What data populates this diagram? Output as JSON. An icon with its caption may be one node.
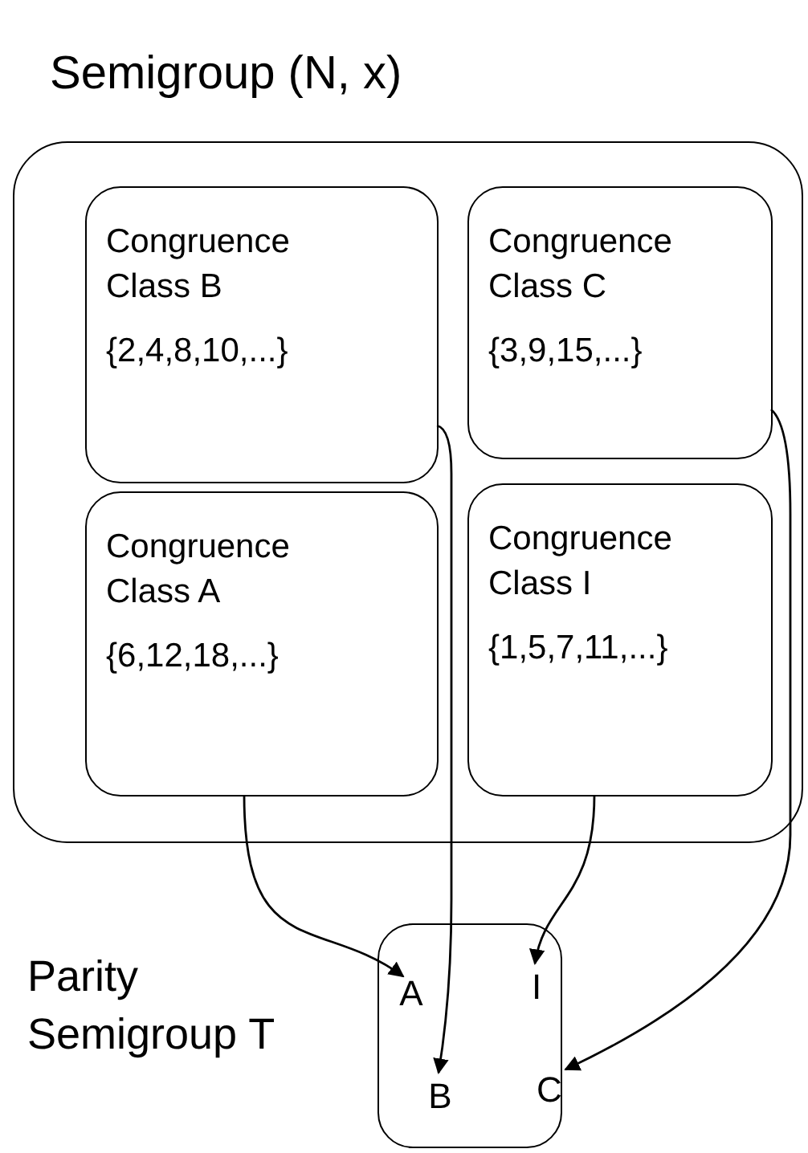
{
  "diagram": {
    "nodes": [
      {
        "text": [
          "Semigroup (N, x)"
        ]
      },
      {
        "text": [
          "Congruence Class B",
          "{2,4,8,10,...}"
        ],
        "in": 0
      },
      {
        "text": [
          "Congruence Class C",
          "{3,9,15,...}"
        ],
        "in": 0
      },
      {
        "text": [
          "Congruence Class A",
          "{6,12,18,...}"
        ],
        "in": 0
      },
      {
        "text": [
          "Congruence Class I",
          "{1,5,7,11,...}"
        ],
        "in": 0
      },
      {
        "text": [
          "Parity Semigroup T"
        ]
      },
      {
        "text": [
          "A"
        ],
        "in": 5
      },
      {
        "text": [
          "I"
        ],
        "in": 5
      },
      {
        "text": [
          "B"
        ],
        "in": 5
      },
      {
        "text": [
          "C"
        ],
        "in": 5
      }
    ],
    "edges": [
      {
        "from": 1,
        "to": 8,
        "arrow": "to"
      },
      {
        "from": 2,
        "to": 9,
        "arrow": "to"
      },
      {
        "from": 3,
        "to": 6,
        "arrow": "to"
      },
      {
        "from": 4,
        "to": 7,
        "arrow": "to"
      }
    ]
  }
}
